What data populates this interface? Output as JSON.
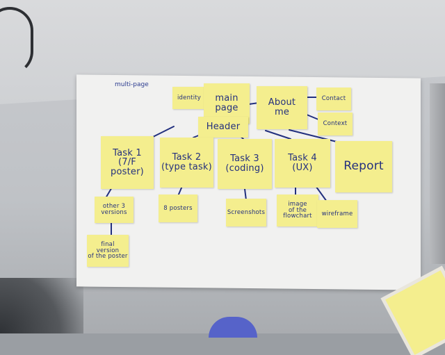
{
  "title": "multi-page",
  "notes": {
    "identity": "identity",
    "main_page": "main\npage",
    "about_me": "About\nme",
    "contact": "Contact",
    "context": "Context",
    "header": "Header",
    "task1": "Task 1\n(7/F\nposter)",
    "task2": "Task 2\n(type task)",
    "task3": "Task 3\n(coding)",
    "task4": "Task 4\n(UX)",
    "report": "Report",
    "other_versions": "other 3\nversions",
    "final_version": "final\nversion\nof the poster",
    "posters": "8 posters",
    "screenshots": "Screenshots",
    "image_flowchart": "image\nof the\nflowchart",
    "wireframe": "wireframe"
  },
  "colors": {
    "note": "#f4ee8e",
    "ink": "#24307e",
    "paper": "#f1f1f0"
  }
}
